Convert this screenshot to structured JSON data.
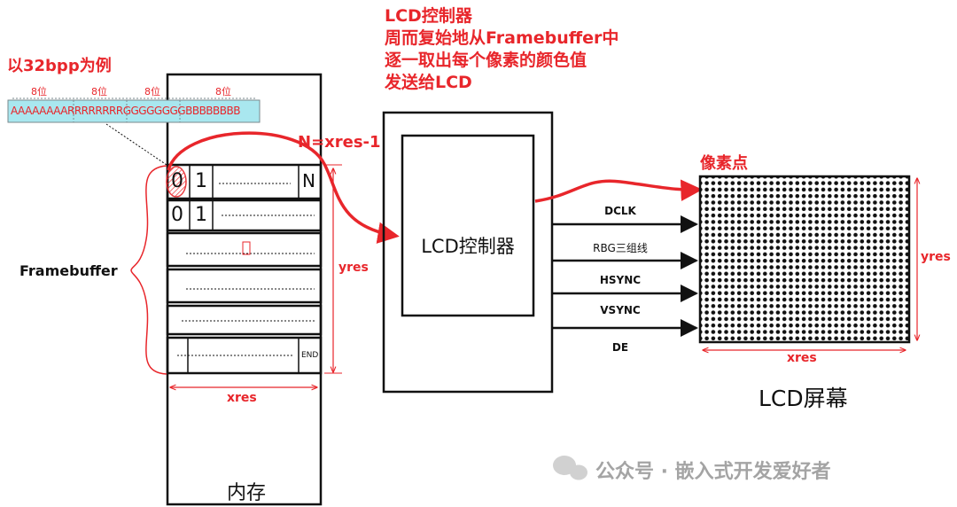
{
  "example_label": "以32bpp为例",
  "pixel_format": {
    "bit_labels": [
      "8位",
      "8位",
      "8位",
      "8位"
    ],
    "value": "AAAAAAAARRRRRRRRGGGGGGGGBBBBBBBB"
  },
  "memory": {
    "framebuffer_label": "Framebuffer",
    "row1": [
      "0",
      "1",
      "N"
    ],
    "row2": [
      "0",
      "1"
    ],
    "end_label": "END",
    "n_label": "N=xres-1",
    "xres_label": "xres",
    "yres_label": "yres",
    "caption": "内存"
  },
  "controller": {
    "caption_lines": [
      "LCD控制器",
      "周而复始地从Framebuffer中",
      "逐一取出每个像素的颜色值",
      "发送给LCD"
    ],
    "box_label": "LCD控制器"
  },
  "signals": [
    "DCLK",
    "RBG三组线",
    "HSYNC",
    "VSYNC",
    "DE"
  ],
  "screen": {
    "pixel_label": "像素点",
    "xres_label": "xres",
    "yres_label": "yres",
    "caption": "LCD屏幕"
  },
  "watermark": "公众号 · 嵌入式开发爱好者",
  "colors": {
    "red": "#e8262b",
    "pixel_fill": "#a9e7ef"
  }
}
